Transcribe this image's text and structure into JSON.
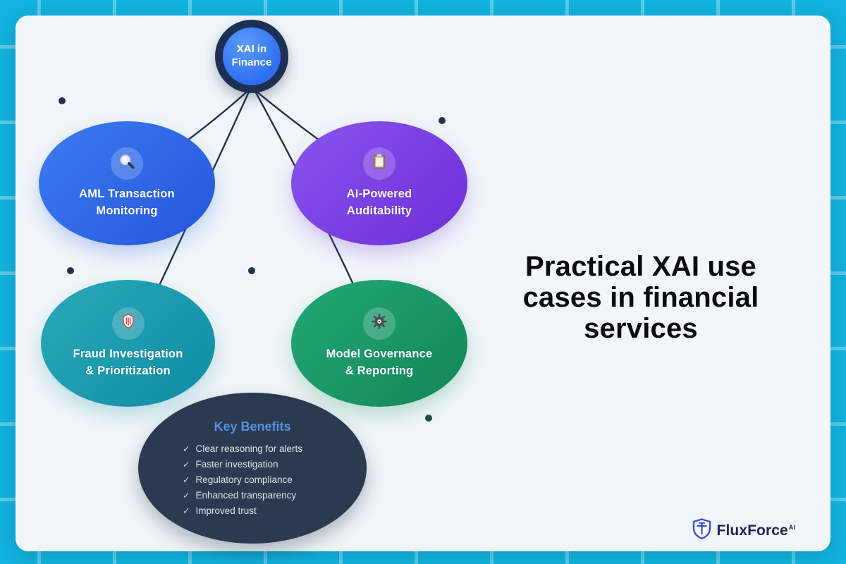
{
  "palette": {
    "frame_bg": "#12b2de",
    "frame_grid_line": "rgba(255,255,255,0.30)",
    "card_bg": "#f1f6fa",
    "connector": "#243247",
    "hub_ring": "#1d3053",
    "hub_fill": "#2e6ff2",
    "aml_blue": "#2456dd",
    "audit_purple": "#6c2ed8",
    "fraud_teal": "#0f8ca4",
    "governance_green": "#128656",
    "benefits_navy": "#2b3a50",
    "benefits_heading_blue": "#5493e0",
    "title_black": "#0b0b0d",
    "logo_navy": "#1c2553",
    "logo_blue": "#3950d6"
  },
  "hub": {
    "line1": "XAI in",
    "line2": "Finance"
  },
  "nodes": [
    {
      "id": "aml",
      "icon": "magnifier-icon",
      "line1": "AML Transaction",
      "line2": "Monitoring"
    },
    {
      "id": "audit",
      "icon": "clipboard-icon",
      "line1": "AI-Powered",
      "line2": "Auditability"
    },
    {
      "id": "fraud",
      "icon": "fraud-shield-icon",
      "line1": "Fraud Investigation",
      "line2": "& Prioritization"
    },
    {
      "id": "governance",
      "icon": "gear-icon",
      "line1": "Model Governance",
      "line2": "& Reporting"
    }
  ],
  "benefits": {
    "heading": "Key Benefits",
    "check": "✓",
    "items": [
      "Clear reasoning for alerts",
      "Faster investigation",
      "Regulatory compliance",
      "Enhanced transparency",
      "Improved trust"
    ]
  },
  "title": {
    "text": "Practical XAI use cases in financial services",
    "lines": [
      "Practical XAI use",
      "cases in financial",
      "services"
    ]
  },
  "logo": {
    "name": "FluxForce",
    "suffix": "AI"
  }
}
